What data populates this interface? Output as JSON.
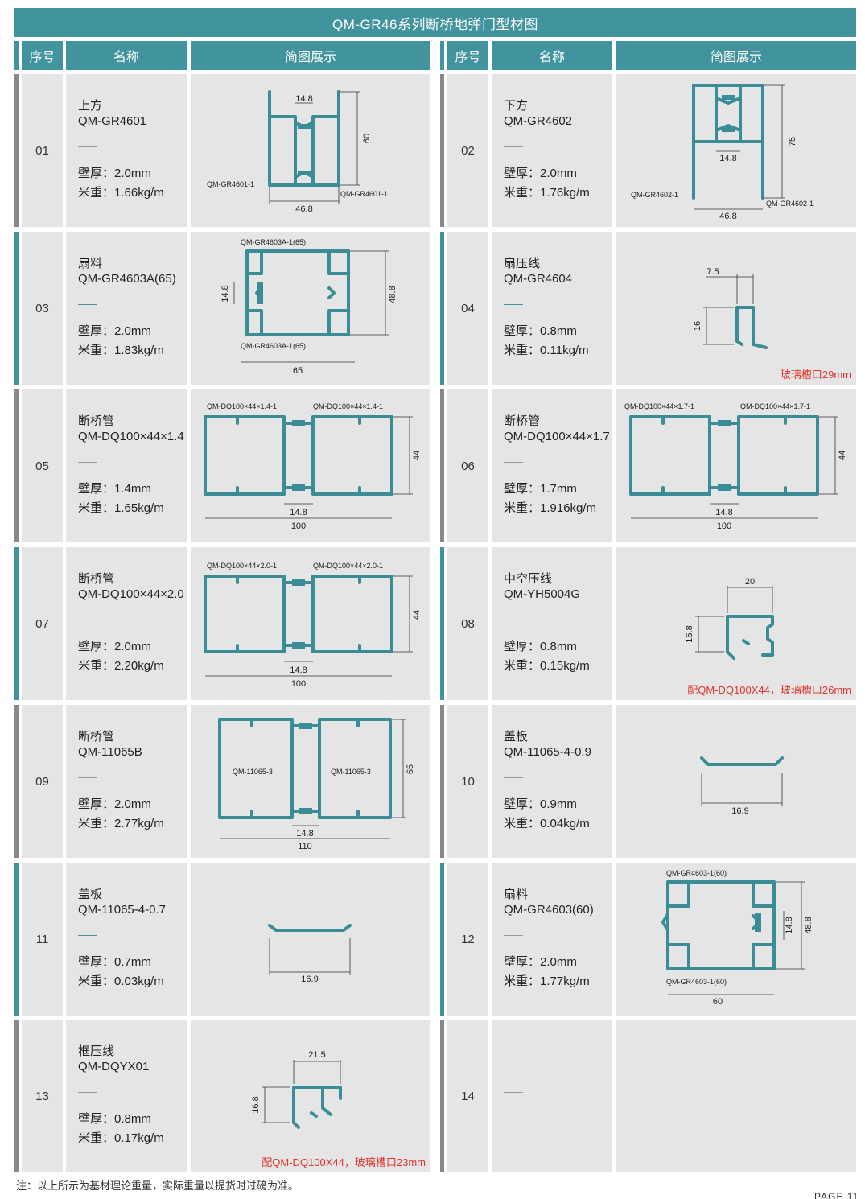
{
  "title": "QM-GR46系列断桥地弹门型材图",
  "headers": {
    "no": "序号",
    "name": "名称",
    "diagram": "简图展示"
  },
  "items": [
    {
      "no": "01",
      "name": "上方",
      "model": "QM-GR4601",
      "thickness": "壁厚：2.0mm",
      "weight": "米重：1.66kg/m",
      "note": "",
      "labels": {
        "top": "14.8",
        "height": "60",
        "bottom": "46.8",
        "tag_left": "QM-GR4601-1",
        "tag_right": "QM-GR4601-1"
      }
    },
    {
      "no": "02",
      "name": "下方",
      "model": "QM-GR4602",
      "thickness": "壁厚：2.0mm",
      "weight": "米重：1.76kg/m",
      "note": "",
      "labels": {
        "mid": "14.8",
        "height": "75",
        "bottom": "46.8",
        "tag_left": "QM-GR4602-1",
        "tag_right": "QM-GR4602-1"
      }
    },
    {
      "no": "03",
      "name": "扇料",
      "model": "QM-GR4603A(65)",
      "thickness": "壁厚：2.0mm",
      "weight": "米重：1.83kg/m",
      "note": "",
      "labels": {
        "tag_top": "QM-GR4603A-1(65)",
        "tag_bottom": "QM-GR4603A-1(65)",
        "left": "14.8",
        "height": "48.8",
        "bottom": "65"
      }
    },
    {
      "no": "04",
      "name": "扇压线",
      "model": "QM-GR4604",
      "thickness": "壁厚：0.8mm",
      "weight": "米重：0.11kg/m",
      "note": "玻璃槽口29mm",
      "labels": {
        "top": "7.5",
        "left": "16"
      }
    },
    {
      "no": "05",
      "name": "断桥管",
      "model": "QM-DQ100×44×1.4",
      "thickness": "壁厚：1.4mm",
      "weight": "米重：1.65kg/m",
      "note": "",
      "labels": {
        "tag_left": "QM-DQ100×44×1.4-1",
        "tag_right": "QM-DQ100×44×1.4-1",
        "height": "44",
        "mid": "14.8",
        "bottom": "100"
      }
    },
    {
      "no": "06",
      "name": "断桥管",
      "model": "QM-DQ100×44×1.7",
      "thickness": "壁厚：1.7mm",
      "weight": "米重：1.916kg/m",
      "note": "",
      "labels": {
        "tag_left": "QM-DQ100×44×1.7-1",
        "tag_right": "QM-DQ100×44×1.7-1",
        "height": "44",
        "mid": "14.8",
        "bottom": "100"
      }
    },
    {
      "no": "07",
      "name": "断桥管",
      "model": "QM-DQ100×44×2.0",
      "thickness": "壁厚：2.0mm",
      "weight": "米重：2.20kg/m",
      "note": "",
      "labels": {
        "tag_left": "QM-DQ100×44×2.0-1",
        "tag_right": "QM-DQ100×44×2.0-1",
        "height": "44",
        "mid": "14.8",
        "bottom": "100"
      }
    },
    {
      "no": "08",
      "name": "中空压线",
      "model": "QM-YH5004G",
      "thickness": "壁厚：0.8mm",
      "weight": "米重：0.15kg/m",
      "note": "配QM-DQ100X44，玻璃槽口26mm",
      "labels": {
        "top": "20",
        "left": "16.8"
      }
    },
    {
      "no": "09",
      "name": "断桥管",
      "model": "QM-11065B",
      "thickness": "壁厚：2.0mm",
      "weight": "米重：2.77kg/m",
      "note": "",
      "labels": {
        "tag_left": "QM-11065-3",
        "tag_right": "QM-11065-3",
        "height": "65",
        "mid": "14.8",
        "bottom": "110"
      }
    },
    {
      "no": "10",
      "name": "盖板",
      "model": "QM-11065-4-0.9",
      "thickness": "壁厚：0.9mm",
      "weight": "米重：0.04kg/m",
      "note": "",
      "labels": {
        "bottom": "16.9"
      }
    },
    {
      "no": "11",
      "name": "盖板",
      "model": "QM-11065-4-0.7",
      "thickness": "壁厚：0.7mm",
      "weight": "米重：0.03kg/m",
      "note": "",
      "labels": {
        "bottom": "16.9"
      }
    },
    {
      "no": "12",
      "name": "扇料",
      "model": "QM-GR4603(60)",
      "thickness": "壁厚：2.0mm",
      "weight": "米重：1.77kg/m",
      "note": "",
      "labels": {
        "tag_top": "QM-GR4603-1(60)",
        "tag_bottom": "QM-GR4603-1(60)",
        "inner": "14.8",
        "height": "48.8",
        "bottom": "60"
      }
    },
    {
      "no": "13",
      "name": "框压线",
      "model": "QM-DQYX01",
      "thickness": "壁厚：0.8mm",
      "weight": "米重：0.17kg/m",
      "note": "配QM-DQ100X44，玻璃槽口23mm",
      "labels": {
        "top": "21.5",
        "left": "16.8"
      }
    },
    {
      "no": "14",
      "name": "",
      "model": "",
      "thickness": "",
      "weight": "",
      "note": "",
      "labels": {}
    }
  ],
  "footer": "注：以上所示为基材理论重量，实际重量以提货时过磅为准。",
  "page": "PAGE 11",
  "colors": {
    "accent": "#41939e",
    "cell": "#e5e5e5",
    "note": "#e0342f"
  }
}
